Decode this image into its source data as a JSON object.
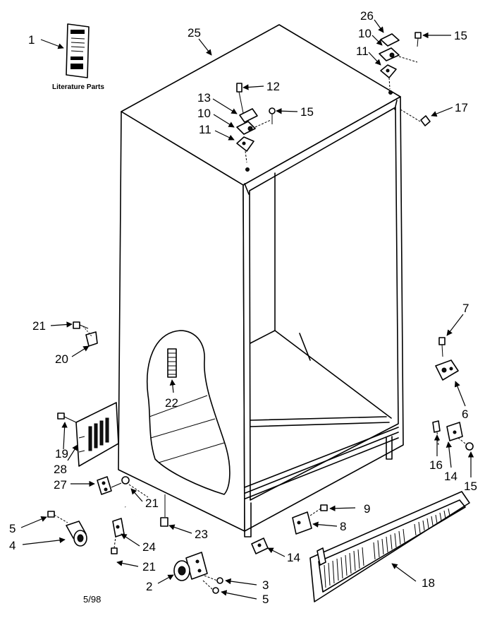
{
  "literature_label": "Literature Parts",
  "date_code": "5/98",
  "callouts": [
    {
      "id": "c1",
      "text": "1"
    },
    {
      "id": "c25",
      "text": "25"
    },
    {
      "id": "c26",
      "text": "26"
    },
    {
      "id": "c10a",
      "text": "10"
    },
    {
      "id": "c15a",
      "text": "15"
    },
    {
      "id": "c11a",
      "text": "11"
    },
    {
      "id": "c12",
      "text": "12"
    },
    {
      "id": "c13",
      "text": "13"
    },
    {
      "id": "c10b",
      "text": "10"
    },
    {
      "id": "c15b",
      "text": "15"
    },
    {
      "id": "c11b",
      "text": "11"
    },
    {
      "id": "c17",
      "text": "17"
    },
    {
      "id": "c7",
      "text": "7"
    },
    {
      "id": "c21a",
      "text": "21"
    },
    {
      "id": "c20",
      "text": "20"
    },
    {
      "id": "c22",
      "text": "22"
    },
    {
      "id": "c6",
      "text": "6"
    },
    {
      "id": "c19",
      "text": "19"
    },
    {
      "id": "c28",
      "text": "28"
    },
    {
      "id": "c16",
      "text": "16"
    },
    {
      "id": "c14a",
      "text": "14"
    },
    {
      "id": "c15c",
      "text": "15"
    },
    {
      "id": "c27",
      "text": "27"
    },
    {
      "id": "c21b",
      "text": "21"
    },
    {
      "id": "c9",
      "text": "9"
    },
    {
      "id": "c5a",
      "text": "5"
    },
    {
      "id": "c8",
      "text": "8"
    },
    {
      "id": "c23",
      "text": "23"
    },
    {
      "id": "c4",
      "text": "4"
    },
    {
      "id": "c24",
      "text": "24"
    },
    {
      "id": "c14b",
      "text": "14"
    },
    {
      "id": "c21c",
      "text": "21"
    },
    {
      "id": "c18",
      "text": "18"
    },
    {
      "id": "c3",
      "text": "3"
    },
    {
      "id": "c2",
      "text": "2"
    },
    {
      "id": "c5b",
      "text": "5"
    }
  ]
}
